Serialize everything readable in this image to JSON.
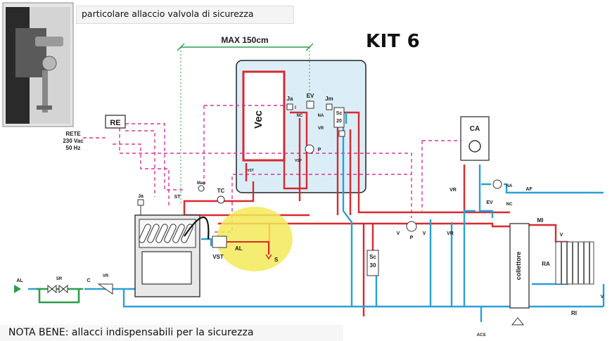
{
  "caption": "particolare allaccio valvola di sicurezza",
  "kit_title": "KIT 6",
  "max_distance": "MAX 150cm",
  "note": "NOTA BENE: allacci indispensabili per la sicurezza",
  "power": {
    "line1": "RETE",
    "line2": "230 Vac",
    "line3": "50 Hz"
  },
  "boiler_panel": {
    "tank": "Vec",
    "ja": "Ja",
    "ev": "EV",
    "jm": "Jm",
    "nc": "NC",
    "na": "NA",
    "vr": "VR",
    "p": "P",
    "sc": "Sc",
    "sc_num": "20",
    "vst": "VST",
    "vsp": "VSP"
  },
  "components": {
    "re": "RE",
    "ca": "CA",
    "ja": "Ja",
    "st": "ST",
    "man": "Man",
    "tc": "TC",
    "vst": "VST",
    "al_out": "AL",
    "s": "S",
    "sc30": "Sc",
    "sc30_num": "30",
    "collettore": "collettore",
    "ra": "RA",
    "mi": "MI",
    "ri": "RI",
    "v1": "V",
    "p2": "P",
    "v2": "V",
    "vr2": "VR",
    "vr3": "VR",
    "ev2": "EV",
    "na2": "NA",
    "nc2": "NC",
    "af": "AF",
    "v3": "V",
    "v4": "V",
    "al_in": "AL",
    "sr": "SR",
    "c": "C",
    "vr4": "VR",
    "acs": "ACS"
  },
  "colors": {
    "hot": "#d9292f",
    "cold": "#2aa0d6",
    "signal": "#d8359b",
    "green": "#2c9e4a",
    "highlight": "#f3ea58",
    "panel": "#dbeef7"
  }
}
